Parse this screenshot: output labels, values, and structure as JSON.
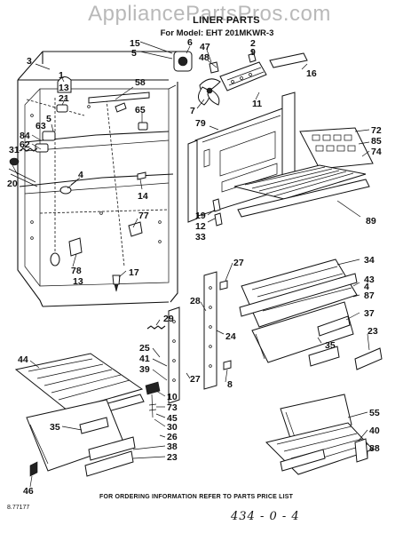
{
  "header": {
    "watermark": "AppliancePartsPros.com",
    "title": "LINER PARTS",
    "model_prefix": "For Model",
    "model": "EHT 201MKWR-3"
  },
  "footer": {
    "ordering_note": "FOR ORDERING INFORMATION REFER TO PARTS PRICE LIST",
    "code_left": "8.77177",
    "code_hand": "434 - 0 - 4"
  },
  "callouts": [
    {
      "id": "c15",
      "text": "15"
    },
    {
      "id": "c5a",
      "text": "5"
    },
    {
      "id": "c6",
      "text": "6"
    },
    {
      "id": "c47",
      "text": "47"
    },
    {
      "id": "c48",
      "text": "48"
    },
    {
      "id": "c2",
      "text": "2"
    },
    {
      "id": "c9",
      "text": "9"
    },
    {
      "id": "c16",
      "text": "16"
    },
    {
      "id": "c3",
      "text": "3"
    },
    {
      "id": "c1",
      "text": "1"
    },
    {
      "id": "c13a",
      "text": "13"
    },
    {
      "id": "c21",
      "text": "21"
    },
    {
      "id": "c58",
      "text": "58"
    },
    {
      "id": "c7",
      "text": "7"
    },
    {
      "id": "c11",
      "text": "11"
    },
    {
      "id": "c63",
      "text": "63"
    },
    {
      "id": "c5b",
      "text": "5"
    },
    {
      "id": "c65",
      "text": "65"
    },
    {
      "id": "c79",
      "text": "79"
    },
    {
      "id": "c72",
      "text": "72"
    },
    {
      "id": "c85",
      "text": "85"
    },
    {
      "id": "c74",
      "text": "74"
    },
    {
      "id": "c84",
      "text": "84"
    },
    {
      "id": "c62",
      "text": "62"
    },
    {
      "id": "c31",
      "text": "31"
    },
    {
      "id": "c20",
      "text": "20"
    },
    {
      "id": "c4a",
      "text": "4"
    },
    {
      "id": "c14",
      "text": "14"
    },
    {
      "id": "c19",
      "text": "19"
    },
    {
      "id": "c12",
      "text": "12"
    },
    {
      "id": "c33",
      "text": "33"
    },
    {
      "id": "c89",
      "text": "89"
    },
    {
      "id": "c77",
      "text": "77"
    },
    {
      "id": "c78",
      "text": "78"
    },
    {
      "id": "c13b",
      "text": "13"
    },
    {
      "id": "c17",
      "text": "17"
    },
    {
      "id": "c27a",
      "text": "27"
    },
    {
      "id": "c34",
      "text": "34"
    },
    {
      "id": "c43",
      "text": "43"
    },
    {
      "id": "c87",
      "text": "87"
    },
    {
      "id": "c37",
      "text": "37"
    },
    {
      "id": "c28",
      "text": "28"
    },
    {
      "id": "c29",
      "text": "29"
    },
    {
      "id": "c24",
      "text": "24"
    },
    {
      "id": "c35a",
      "text": "35"
    },
    {
      "id": "c23a",
      "text": "23"
    },
    {
      "id": "c25",
      "text": "25"
    },
    {
      "id": "c41",
      "text": "41"
    },
    {
      "id": "c39",
      "text": "39"
    },
    {
      "id": "c44",
      "text": "44"
    },
    {
      "id": "c27b",
      "text": "27"
    },
    {
      "id": "c8",
      "text": "8"
    },
    {
      "id": "c10",
      "text": "10"
    },
    {
      "id": "c73",
      "text": "73"
    },
    {
      "id": "c45",
      "text": "45"
    },
    {
      "id": "c30",
      "text": "30"
    },
    {
      "id": "c26",
      "text": "26"
    },
    {
      "id": "c38",
      "text": "38"
    },
    {
      "id": "c23b",
      "text": "23"
    },
    {
      "id": "c35b",
      "text": "35"
    },
    {
      "id": "c55",
      "text": "55"
    },
    {
      "id": "c40",
      "text": "40"
    },
    {
      "id": "c88",
      "text": "88"
    },
    {
      "id": "c46",
      "text": "46"
    },
    {
      "id": "c4b",
      "text": "4"
    }
  ]
}
